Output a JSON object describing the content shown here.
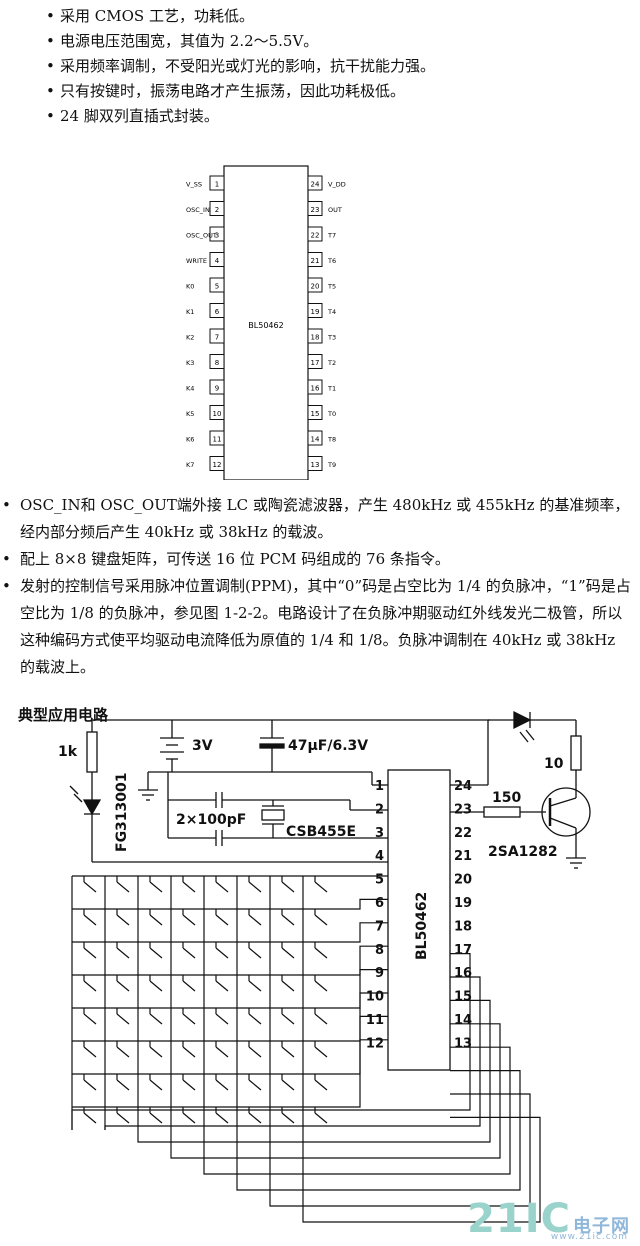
{
  "features_top": [
    "采用 CMOS 工艺，功耗低。",
    "电源电压范围宽，其值为 2.2～5.5V。",
    "采用频率调制，不受阳光或灯光的影响，抗干扰能力强。",
    "只有按键时，振荡电路才产生振荡，因此功耗极低。",
    "24 脚双列直插式封装。"
  ],
  "pinout": {
    "chip_label": "BL50462",
    "left_pins": [
      {
        "num": "1",
        "name": "V_SS"
      },
      {
        "num": "2",
        "name": "OSC_IN"
      },
      {
        "num": "3",
        "name": "OSC_OUT"
      },
      {
        "num": "4",
        "name": "WRITE"
      },
      {
        "num": "5",
        "name": "K0"
      },
      {
        "num": "6",
        "name": "K1"
      },
      {
        "num": "7",
        "name": "K2"
      },
      {
        "num": "8",
        "name": "K3"
      },
      {
        "num": "9",
        "name": "K4"
      },
      {
        "num": "10",
        "name": "K5"
      },
      {
        "num": "11",
        "name": "K6"
      },
      {
        "num": "12",
        "name": "K7"
      }
    ],
    "right_pins": [
      {
        "num": "24",
        "name": "V_DD"
      },
      {
        "num": "23",
        "name": "OUT"
      },
      {
        "num": "22",
        "name": "T7"
      },
      {
        "num": "21",
        "name": "T6"
      },
      {
        "num": "20",
        "name": "T5"
      },
      {
        "num": "19",
        "name": "T4"
      },
      {
        "num": "18",
        "name": "T3"
      },
      {
        "num": "17",
        "name": "T2"
      },
      {
        "num": "16",
        "name": "T1"
      },
      {
        "num": "15",
        "name": "T0"
      },
      {
        "num": "14",
        "name": "T8"
      },
      {
        "num": "13",
        "name": "T9"
      }
    ]
  },
  "features_mid": [
    "OSC_IN和 OSC_OUT端外接 LC 或陶瓷滤波器，产生 480kHz 或 455kHz 的基准频率，经内部分频后产生 40kHz 或 38kHz 的载波。",
    "配上 8×8 键盘矩阵，可传送 16 位 PCM 码组成的 76 条指令。",
    "发射的控制信号采用脉冲位置调制(PPM)，其中“0”码是占空比为 1/4 的负脉冲，“1”码是占空比为 1/8 的负脉冲，参见图 1-2-2。电路设计了在负脉冲期驱动红外线发光二极管，所以这种编码方式使平均驱动电流降低为原值的 1/4 和 1/8。负脉冲调制在 40kHz 或 38kHz 的载波上。"
  ],
  "schematic": {
    "title": "典型应用电路",
    "chip_label": "BL50462",
    "labels": {
      "r1": "1k",
      "battery": "3V",
      "cap_elec": "47μF/6.3V",
      "caps": "2×100pF",
      "resonator": "CSB455E",
      "photo_diode": "FG313001",
      "r10": "10",
      "r150": "150",
      "transistor": "2SA1282"
    },
    "left_pins": [
      "1",
      "2",
      "3",
      "4",
      "5",
      "6",
      "7",
      "8",
      "9",
      "10",
      "11",
      "12"
    ],
    "right_pins": [
      "24",
      "23",
      "22",
      "21",
      "20",
      "19",
      "18",
      "17",
      "16",
      "15",
      "14",
      "13"
    ]
  },
  "watermark": {
    "logo": "21IC",
    "cn": "电子网",
    "url": "www.21ic.com"
  }
}
